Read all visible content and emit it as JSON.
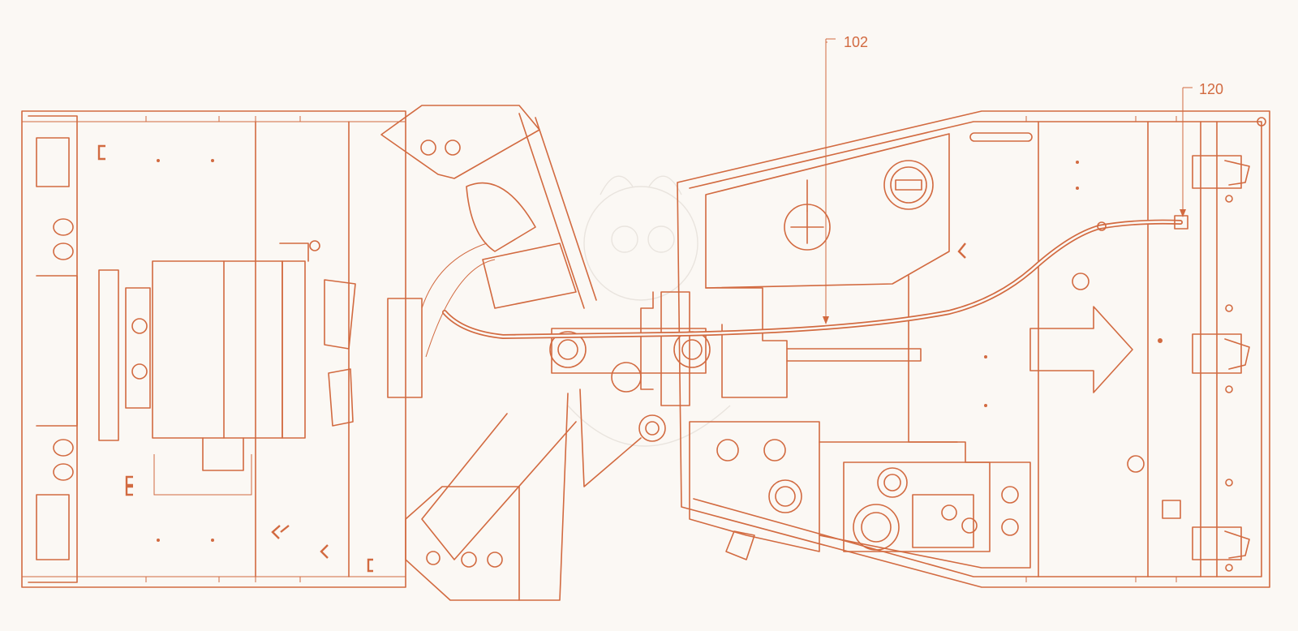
{
  "figure": {
    "colors": {
      "ink": "#d26a40",
      "background": "#fbf8f4",
      "watermark": "#e9e4de"
    },
    "labels": [
      {
        "id": "callout-102",
        "text": "102"
      },
      {
        "id": "callout-120",
        "text": "120"
      }
    ],
    "icons": [
      "direction-arrow-icon",
      "watermark-mascot-icon"
    ]
  }
}
